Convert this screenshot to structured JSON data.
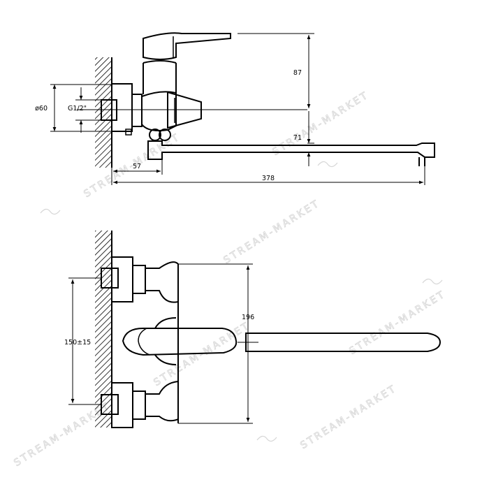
{
  "dimensions": {
    "top_view": {
      "outlet_height": "87",
      "spout_drop": "71",
      "wall_offset": "57",
      "total_length": "378",
      "cover_diameter": "ø60",
      "thread": "G1/2\""
    },
    "front_view": {
      "overall_height": "196",
      "connection_spacing": "150±15"
    }
  },
  "watermark": {
    "text": "STREAM-MARKET"
  },
  "colors": {
    "line": "#000000",
    "watermark": "#d6d6d6"
  }
}
